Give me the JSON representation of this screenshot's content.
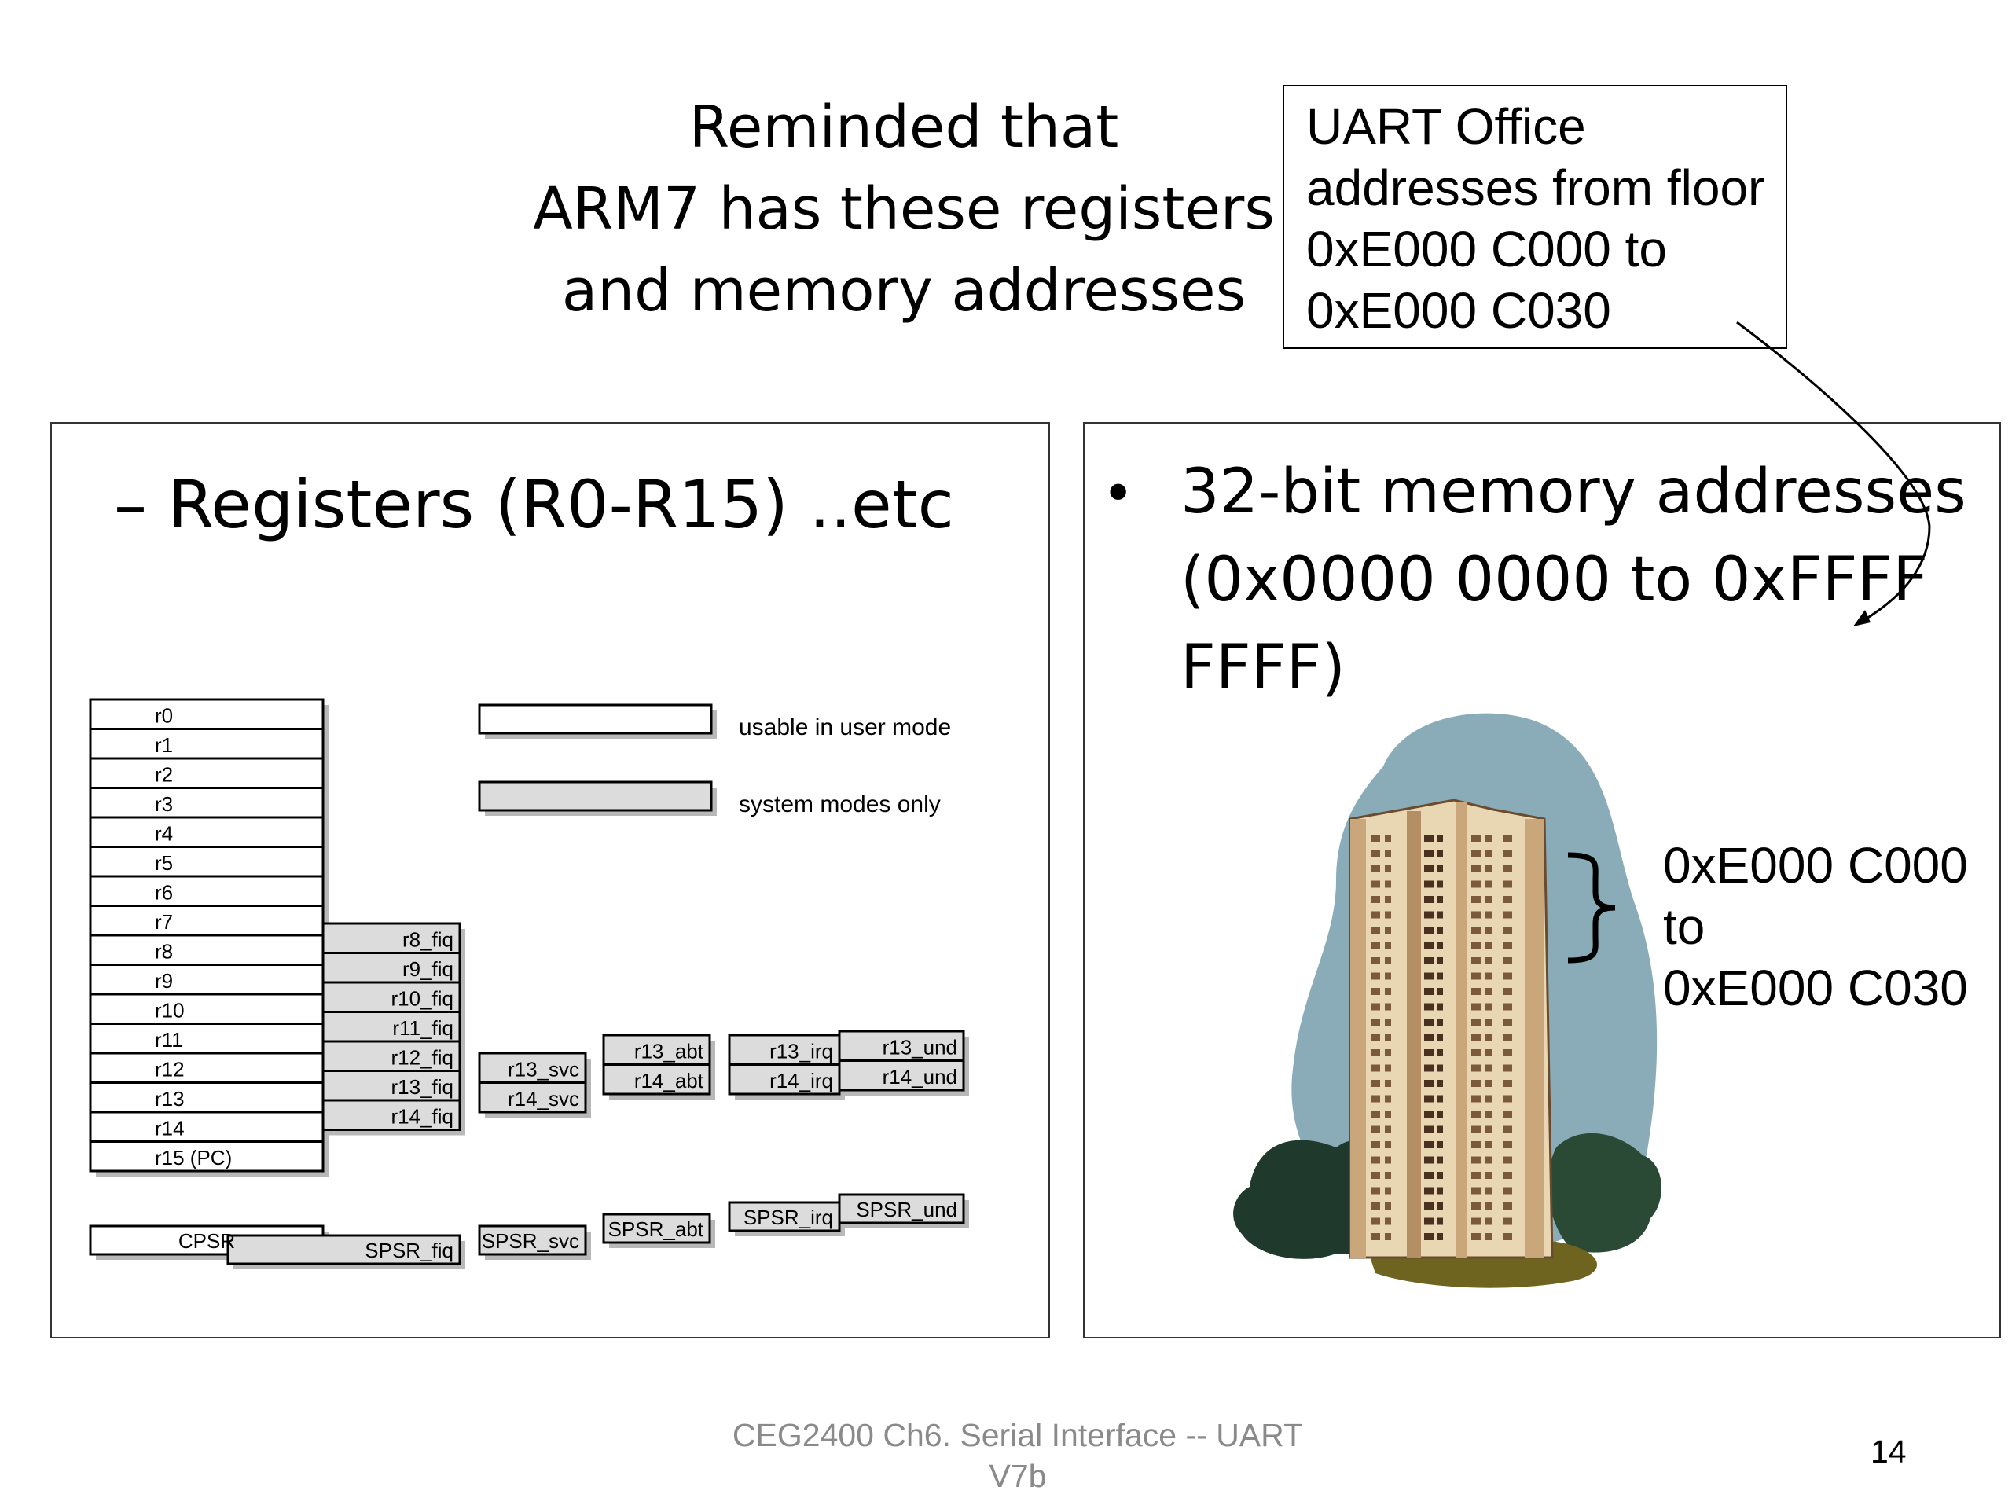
{
  "title": {
    "lines": [
      "Reminded that",
      "ARM7 has these registers",
      "and memory addresses"
    ]
  },
  "callout": {
    "lines": [
      "UART Office",
      "addresses from floor",
      "0xE000 C000 to",
      "0xE000 C030"
    ]
  },
  "left_panel": {
    "heading": "– Registers (R0-R15) ..etc",
    "legend": {
      "user": "usable in user mode",
      "system": "system modes only"
    },
    "user_registers": [
      "r0",
      "r1",
      "r2",
      "r3",
      "r4",
      "r5",
      "r6",
      "r7",
      "r8",
      "r9",
      "r10",
      "r11",
      "r12",
      "r13",
      "r14",
      "r15 (PC)"
    ],
    "fiq_registers": [
      "r8_fiq",
      "r9_fiq",
      "r10_fiq",
      "r11_fiq",
      "r12_fiq",
      "r13_fiq",
      "r14_fiq"
    ],
    "svc_registers": [
      "r13_svc",
      "r14_svc"
    ],
    "abt_registers": [
      "r13_abt",
      "r14_abt"
    ],
    "irq_registers": [
      "r13_irq",
      "r14_irq"
    ],
    "und_registers": [
      "r13_und",
      "r14_und"
    ],
    "cpsr": "CPSR",
    "spsr": [
      "SPSR_fiq",
      "SPSR_svc",
      "SPSR_abt",
      "SPSR_irq",
      "SPSR_und"
    ]
  },
  "right_panel": {
    "bullet": "•",
    "lines": [
      "32-bit memory addresses",
      "(0x0000 0000 to 0xFFFF",
      "FFFF)"
    ],
    "building_label": [
      "0xE000 C000",
      "to",
      "0xE000 C030"
    ]
  },
  "footer": {
    "lines": [
      "CEG2400 Ch6. Serial Interface -- UART",
      "V7b"
    ],
    "page_number": "14"
  },
  "colors": {
    "system_reg_fill": "#dcdcdc",
    "panel_border": "#333333",
    "footer_text": "#8a8a8a",
    "building_bg": "#8aacb8"
  }
}
